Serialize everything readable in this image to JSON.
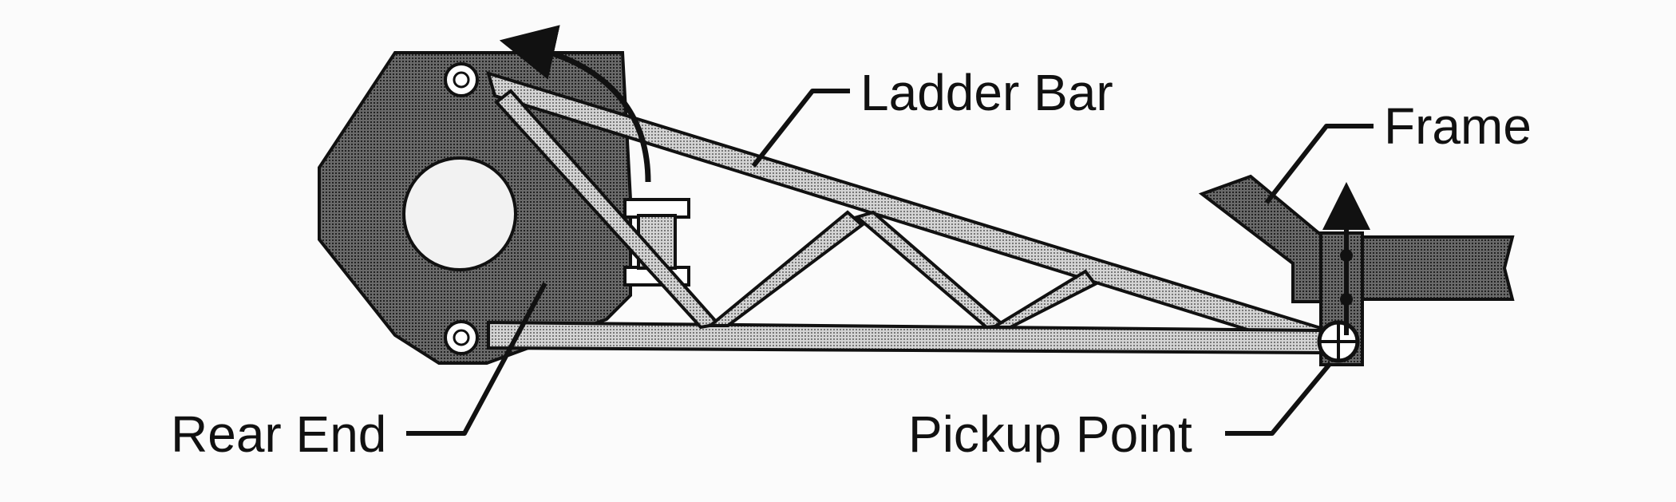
{
  "diagram": {
    "labels": {
      "ladder_bar": "Ladder Bar",
      "frame": "Frame",
      "rear_end": "Rear End",
      "pickup_point": "Pickup Point"
    },
    "colors": {
      "ink": "#111111",
      "dark_fill": "#555555",
      "light_fill": "#b8b8b8",
      "background": "#fbfbfb"
    }
  }
}
